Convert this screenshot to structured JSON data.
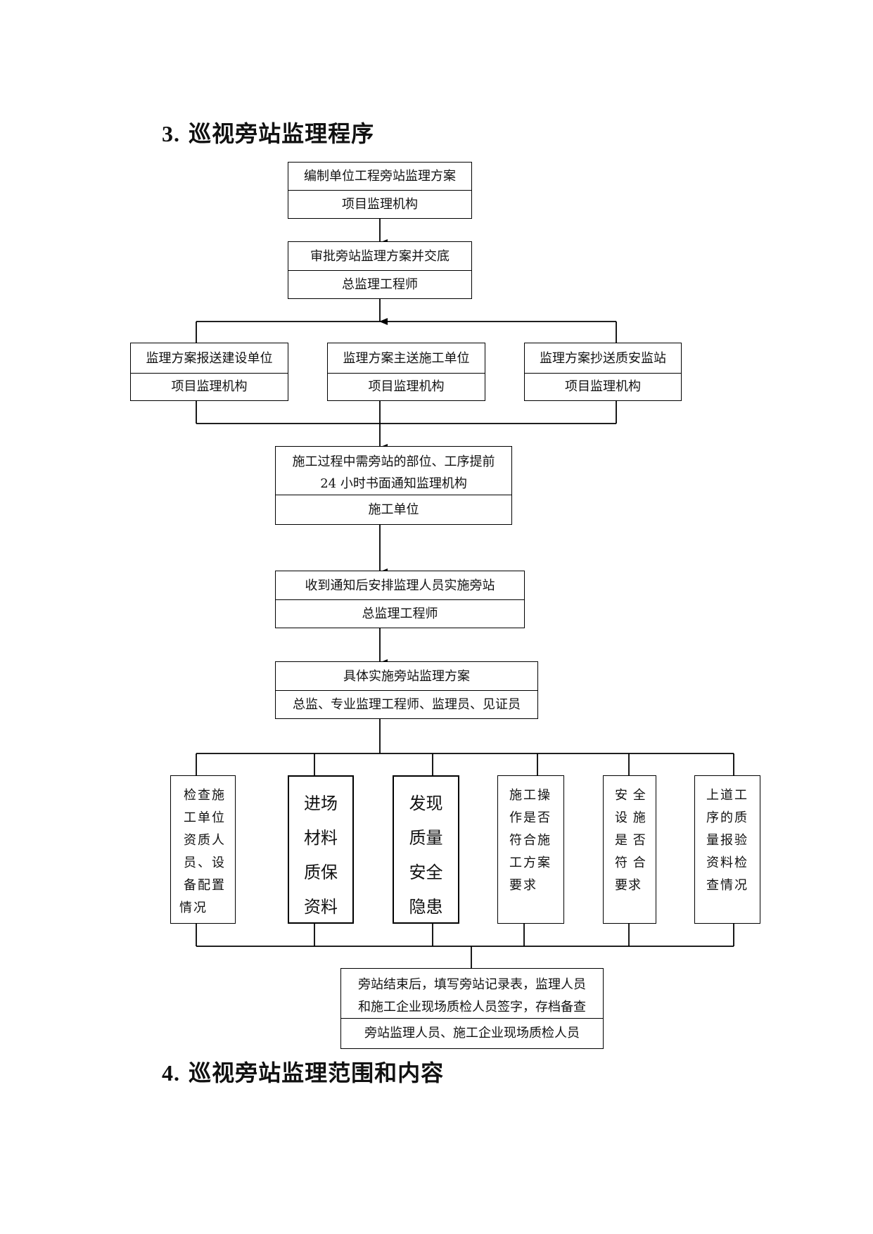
{
  "headings": {
    "section3": {
      "num": "3.",
      "title": "巡视旁站监理程序"
    },
    "section4": {
      "num": "4.",
      "title": "巡视旁站监理范围和内容"
    }
  },
  "flow": {
    "step1": {
      "text": "编制单位工程旁站监理方案",
      "role": "项目监理机构"
    },
    "step2": {
      "text": "审批旁站监理方案并交底",
      "role": "总监理工程师"
    },
    "branches": [
      {
        "text": "监理方案报送建设单位",
        "role": "项目监理机构"
      },
      {
        "text": "监理方案主送施工单位",
        "role": "项目监理机构"
      },
      {
        "text": "监理方案抄送质安监站",
        "role": "项目监理机构"
      }
    ],
    "step3": {
      "line1": "施工过程中需旁站的部位、工序提前",
      "line2": "24 小时书面通知监理机构",
      "role": "施工单位"
    },
    "step4": {
      "text": "收到通知后安排监理人员实施旁站",
      "role": "总监理工程师"
    },
    "step5": {
      "text": "具体实施旁站监理方案",
      "role": "总监、专业监理工程师、监理员、见证员"
    },
    "checks": [
      {
        "lines": [
          "检查施",
          "工单位",
          "资质人",
          "员、设",
          "备配置",
          "情况"
        ]
      },
      {
        "lines": [
          "进场",
          "材料",
          "质保",
          "资料"
        ]
      },
      {
        "lines": [
          "发现",
          "质量",
          "安全",
          "隐患"
        ]
      },
      {
        "lines": [
          "施工操",
          "作是否",
          "符合施",
          "工方案",
          "要求"
        ]
      },
      {
        "lines": [
          "安 全",
          "设 施",
          "是 否",
          "符 合",
          "要求"
        ]
      },
      {
        "lines": [
          "上道工",
          "序的质",
          "量报验",
          "资料检",
          "查情况"
        ]
      }
    ],
    "final": {
      "line1": "旁站结束后，填写旁站记录表，监理人员",
      "line2": "和施工企业现场质检人员签字，存档备查",
      "role": "旁站监理人员、施工企业现场质检人员"
    }
  }
}
